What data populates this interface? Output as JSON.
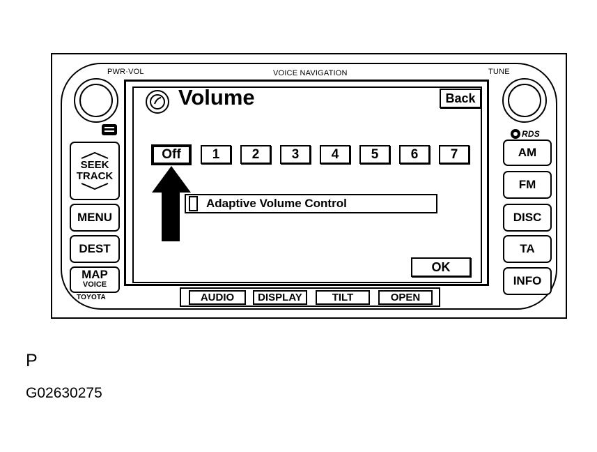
{
  "header": {
    "pwr_vol": "PWR·VOL",
    "voice_navigation": "VOICE NAVIGATION",
    "tune": "TUNE",
    "rds": "RDS"
  },
  "left_buttons": {
    "seek": "SEEK",
    "track": "TRACK",
    "menu": "MENU",
    "dest": "DEST",
    "map": "MAP",
    "voice": "VOICE",
    "brand": "TOYOTA"
  },
  "right_buttons": [
    "AM",
    "FM",
    "DISC",
    "TA",
    "INFO"
  ],
  "screen": {
    "title": "Volume",
    "back_label": "Back",
    "levels": [
      "Off",
      "1",
      "2",
      "3",
      "4",
      "5",
      "6",
      "7"
    ],
    "selected_level": "Off",
    "option_label": "Adaptive Volume Control",
    "option_checked": false,
    "ok_label": "OK"
  },
  "bottom_buttons": [
    "AUDIO",
    "DISPLAY",
    "TILT",
    "OPEN"
  ],
  "caption": {
    "letter": "P",
    "figure_id": "G02630275"
  },
  "colors": {
    "ink": "#000000",
    "paper": "#ffffff"
  },
  "icons": {
    "title_icon": "speaker-volume-icon",
    "pointer": "up-arrow-icon"
  }
}
